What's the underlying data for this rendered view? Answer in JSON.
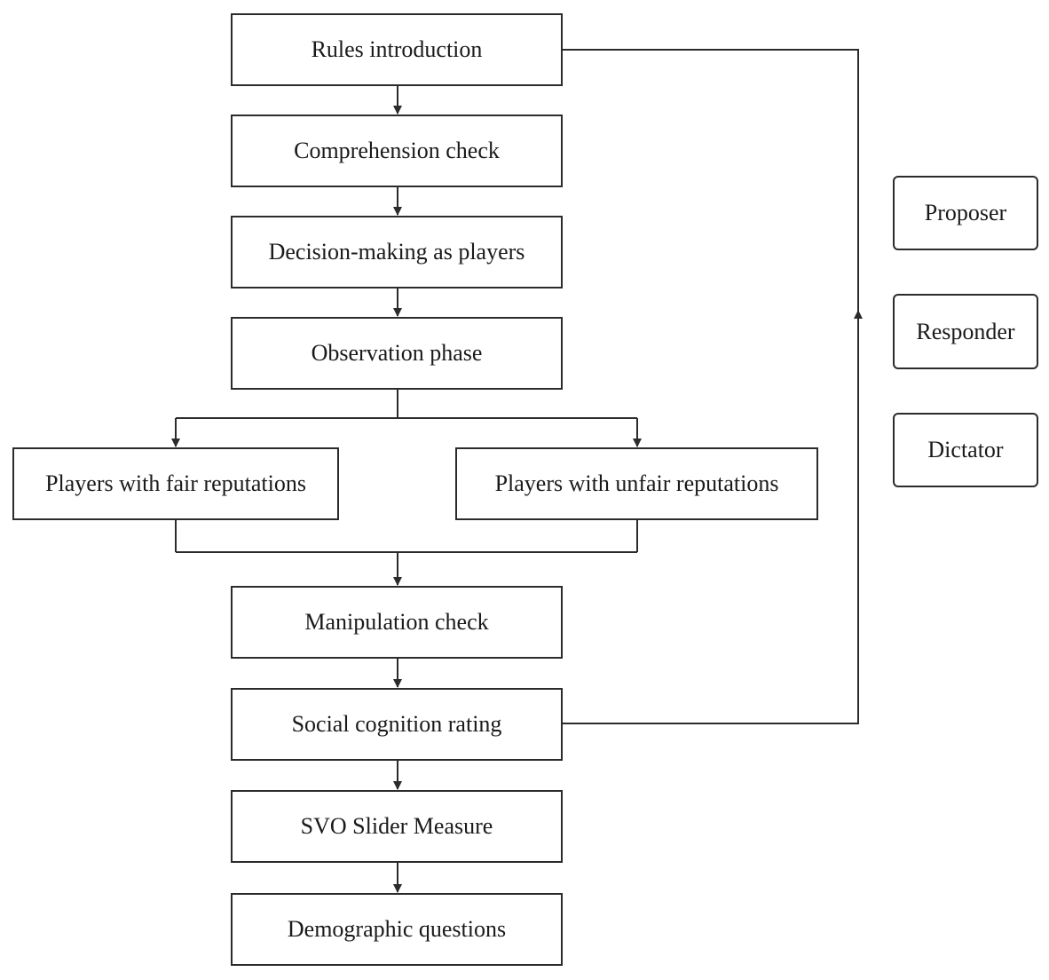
{
  "flow_steps": {
    "rules_introduction": "Rules introduction",
    "comprehension_check": "Comprehension check",
    "decision_making": "Decision-making as players",
    "observation_phase": "Observation phase",
    "fair_reputations": "Players with fair reputations",
    "unfair_reputations": "Players with unfair reputations",
    "manipulation_check": "Manipulation check",
    "social_cognition_rating": "Social cognition rating",
    "svo_slider_measure": "SVO Slider Measure",
    "demographic_questions": "Demographic questions"
  },
  "roles": {
    "proposer": "Proposer",
    "responder": "Responder",
    "dictator": "Dictator"
  },
  "colors": {
    "stroke": "#2b2b2b",
    "text": "#1a1a1a",
    "background": "#ffffff"
  }
}
